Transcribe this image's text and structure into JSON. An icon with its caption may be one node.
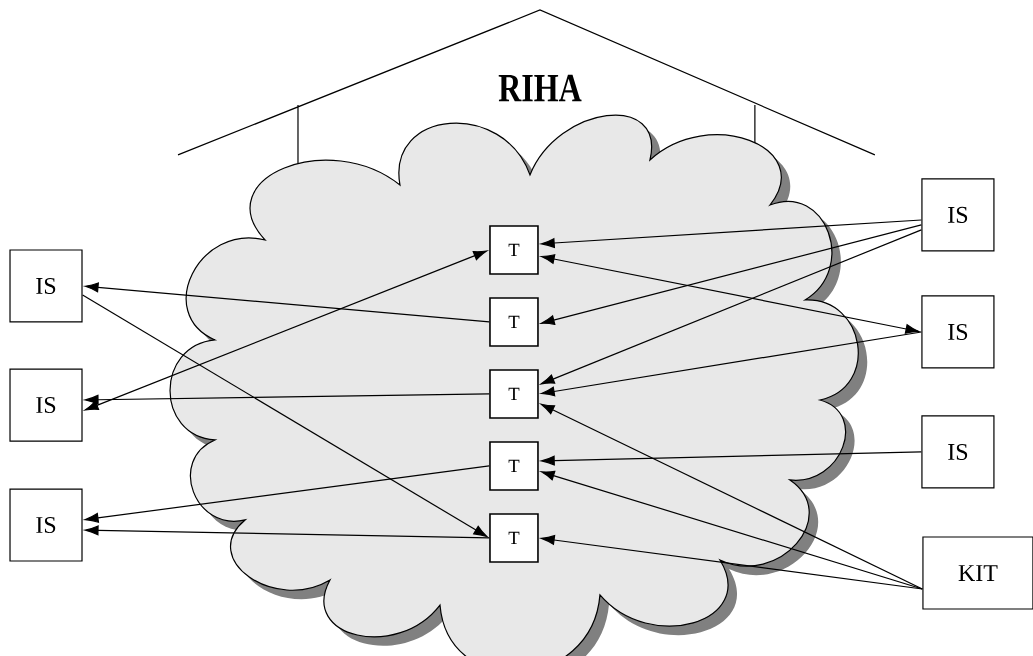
{
  "diagram": {
    "nodes": [
      {
        "text": [],
        "shape": "cloud"
      },
      {
        "text": [
          "IS"
        ]
      },
      {
        "text": [
          "IS"
        ]
      },
      {
        "text": [
          "IS"
        ]
      },
      {
        "text": [
          "T"
        ],
        "in": 0
      },
      {
        "text": [
          "T"
        ],
        "in": 0
      },
      {
        "text": [
          "T"
        ],
        "in": 0
      },
      {
        "text": [
          "T"
        ],
        "in": 0
      },
      {
        "text": [
          "T"
        ],
        "in": 0
      },
      {
        "text": [
          "IS"
        ]
      },
      {
        "text": [
          "IS"
        ]
      },
      {
        "text": [
          "IS"
        ]
      },
      {
        "text": [
          "KIT"
        ]
      }
    ],
    "edges": [
      {
        "from": 5,
        "to": 1,
        "arrow": "to"
      },
      {
        "from": 1,
        "to": 8,
        "arrow": "to"
      },
      {
        "from": 2,
        "to": 4,
        "arrow": "both"
      },
      {
        "from": 6,
        "to": 2,
        "arrow": "to"
      },
      {
        "from": 7,
        "to": 3,
        "arrow": "to"
      },
      {
        "from": 8,
        "to": 3,
        "arrow": "to"
      },
      {
        "from": 9,
        "to": 4,
        "arrow": "to"
      },
      {
        "from": 9,
        "to": 5,
        "arrow": "to"
      },
      {
        "from": 9,
        "to": 6,
        "arrow": "to"
      },
      {
        "from": 4,
        "to": 10,
        "arrow": "both"
      },
      {
        "from": 10,
        "to": 6,
        "arrow": "to"
      },
      {
        "from": 11,
        "to": 7,
        "arrow": "to"
      },
      {
        "from": 12,
        "to": 6,
        "arrow": "to"
      },
      {
        "from": 12,
        "to": 7,
        "arrow": "to"
      },
      {
        "from": 12,
        "to": 8,
        "arrow": "to"
      }
    ],
    "labels": [
      "RIHA"
    ]
  }
}
